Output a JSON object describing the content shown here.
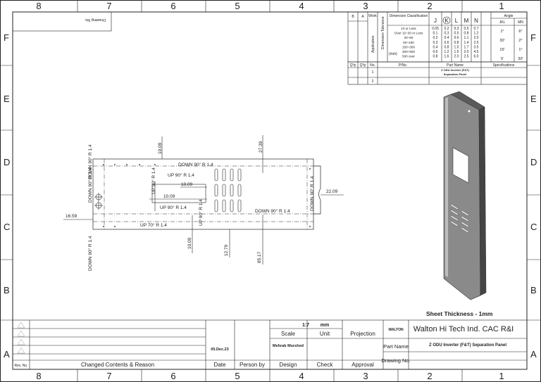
{
  "sheet": {
    "col_labels": [
      "8",
      "7",
      "6",
      "5",
      "4",
      "3",
      "2",
      "1"
    ],
    "row_labels": [
      "F",
      "E",
      "D",
      "C",
      "B",
      "A"
    ],
    "drawing_no_label": "Drawing No."
  },
  "tolerance_table": {
    "col_B": "B",
    "col_A": "A",
    "work": "Work",
    "application": "Application",
    "dimension_classification": "Dimension Classification",
    "dimension_tolerance": "Dimension Tolerance",
    "unit": "(mm)",
    "grade_labels": [
      "J",
      "K",
      "L",
      "M",
      "N"
    ],
    "angle_header": "Angle",
    "angle_sub": [
      "JKL",
      "MN"
    ],
    "rows": [
      {
        "range": "10 or Less",
        "vals": [
          "0.05",
          "0.2",
          "0.3",
          "0.5",
          "0.7"
        ]
      },
      {
        "range": "Over 10~30 or Less",
        "vals": [
          "0.1",
          "0.3",
          "0.5",
          "0.8",
          "1.2"
        ]
      },
      {
        "range": "30~50",
        "vals": [
          "0.2",
          "0.4",
          "0.6",
          "1.1",
          "2.0"
        ]
      },
      {
        "range": "50~150",
        "vals": [
          "0.3",
          "0.6",
          "0.8",
          "1.4",
          "2.5"
        ]
      },
      {
        "range": "150~300",
        "vals": [
          "0.4",
          "0.8",
          "1.0",
          "1.7",
          "3.5"
        ]
      },
      {
        "range": "300~500",
        "vals": [
          "0.6",
          "1.2",
          "1.5",
          "2.0",
          "4.5"
        ]
      },
      {
        "range": "500 over",
        "vals": [
          "0.8",
          "1.6",
          "2.0",
          "2.5",
          "6.0"
        ]
      }
    ],
    "angle_vals": [
      [
        "1°",
        "6°"
      ],
      [
        "30'",
        "2°"
      ],
      [
        "15'",
        "1°"
      ],
      [
        "5'",
        "30'"
      ]
    ]
  },
  "parts_list": {
    "headers": [
      "Q'ty",
      "Q'ty",
      "No.",
      "P/No.",
      "Part Name",
      "Specifications"
    ],
    "rows": [
      {
        "no": "1",
        "part_name_line1": "Z ODU Inverter (F&T)",
        "part_name_line2": "Separation Panel"
      },
      {
        "no": "2",
        "part_name_line1": "",
        "part_name_line2": ""
      }
    ]
  },
  "flat_pattern": {
    "dims": [
      "10.09",
      "27.39",
      "16.59",
      "22.09",
      "10.09",
      "10.09",
      "10.09",
      "12.79",
      "85.17"
    ],
    "bend_labels": [
      "DOWN 90° R 1.4",
      "UP 90° R 1.4",
      "UP 90° R 1.4",
      "UP 90° R 1.4",
      "DOWN 90° R 1.4",
      "UP 70° R 1.4",
      "DOWN 90° R 1.4",
      "DOWN 90° R 1.4",
      "DOWN 90° R 1.4",
      "UP 90° R 1.4",
      "DOWN 90° R 1.4"
    ]
  },
  "sheet_thickness": "Sheet Thickness - 1mm",
  "title_block": {
    "scale": "1:7",
    "scale_label": "Scale",
    "unit": "mm",
    "unit_label": "Unit",
    "projection_label": "Projection",
    "company": "Walton Hi Tech Ind. CAC R&I",
    "logo": "WALTON",
    "date": "05.Dec.23",
    "designer": "Mehrab Murshed",
    "part_name_label": "Part Name",
    "part_name": "Z ODU Inverter (F&T) Separation Panel",
    "drawing_no_label": "Drawing No.",
    "rev_no_label": "Rev. No.",
    "changed_label": "Changed Contents & Reason",
    "date_label": "Date",
    "person_label": "Person by",
    "design_label": "Design",
    "check_label": "Check",
    "approval_label": "Approval"
  }
}
